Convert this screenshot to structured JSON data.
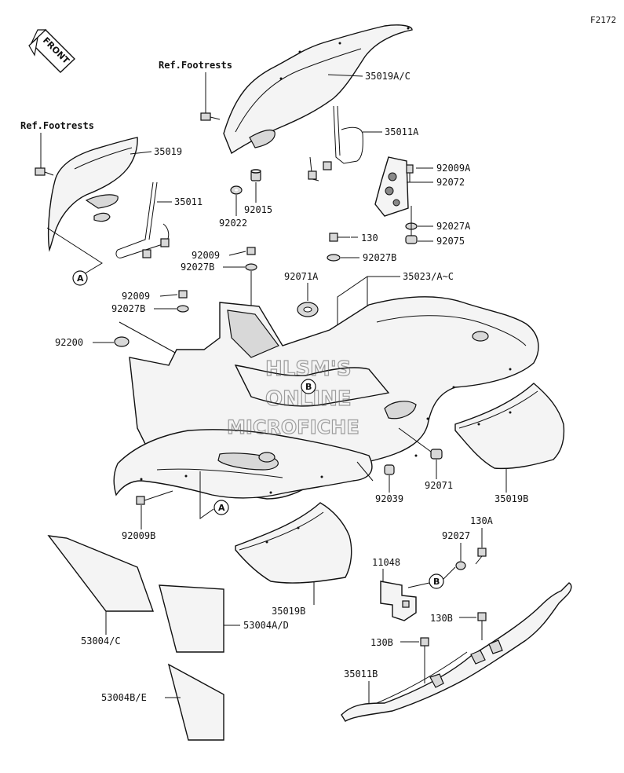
{
  "diagram_code": "F2172",
  "front_arrow_text": "FRONT",
  "refs": {
    "footrests_1": "Ref.Footrests",
    "footrests_2": "Ref.Footrests"
  },
  "markers": {
    "a": "A",
    "b": "B"
  },
  "watermark": {
    "line1": "HLSM'S",
    "line2": "ONLINE",
    "line3": "MICROFICHE"
  },
  "labels": {
    "p35019A_C": "35019A/C",
    "p35011A": "35011A",
    "p35019": "35019",
    "p35011": "35011",
    "p92015": "92015",
    "p92022": "92022",
    "p92009A": "92009A",
    "p92072": "92072",
    "p92027A": "92027A",
    "p92075": "92075",
    "p130": "130",
    "p92027B_1": "92027B",
    "p92009_1": "92009",
    "p92027B_2": "92027B",
    "p92071A": "92071A",
    "p35023": "35023/A~C",
    "p92009_2": "92009",
    "p92027B_3": "92027B",
    "p92200": "92200",
    "p92071": "92071",
    "p92039": "92039",
    "p35019B_1": "35019B",
    "p92009B": "92009B",
    "p130A": "130A",
    "p92027": "92027",
    "p11048": "11048",
    "p35019B_2": "35019B",
    "p53004_C": "53004/C",
    "p53004A_D": "53004A/D",
    "p130B_1": "130B",
    "p130B_2": "130B",
    "p35011B": "35011B",
    "p53004B_E": "53004B/E"
  }
}
